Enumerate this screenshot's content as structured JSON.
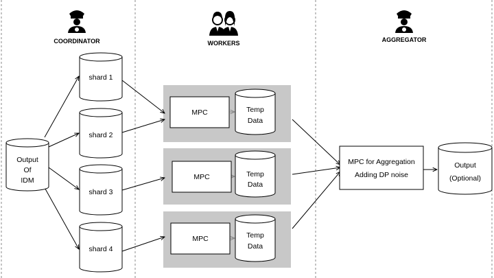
{
  "roles": {
    "coordinator": "COORDINATOR",
    "workers": "WORKERS",
    "aggregator": "AGGREGATOR"
  },
  "input_db": {
    "lines": [
      "Output",
      "Of",
      "IDM"
    ]
  },
  "shards": [
    "shard 1",
    "shard 2",
    "shard 3",
    "shard 4"
  ],
  "workers": [
    {
      "mpc": "MPC",
      "temp_lines": [
        "Temp",
        "Data"
      ]
    },
    {
      "mpc": "MPC",
      "temp_lines": [
        "Temp",
        "Data"
      ]
    },
    {
      "mpc": "MPC",
      "temp_lines": [
        "Temp",
        "Data"
      ]
    }
  ],
  "aggregation_box": {
    "lines": [
      "MPC for Aggregation",
      "Adding DP noise"
    ]
  },
  "output_db": {
    "lines": [
      "Output",
      "(Optional)"
    ]
  },
  "icons": {
    "coordinator": "officer-icon",
    "workers": "two-people-icon",
    "aggregator": "officer-icon"
  },
  "colors": {
    "worker_panel": "#c8c8c8",
    "divider": "#888888"
  }
}
